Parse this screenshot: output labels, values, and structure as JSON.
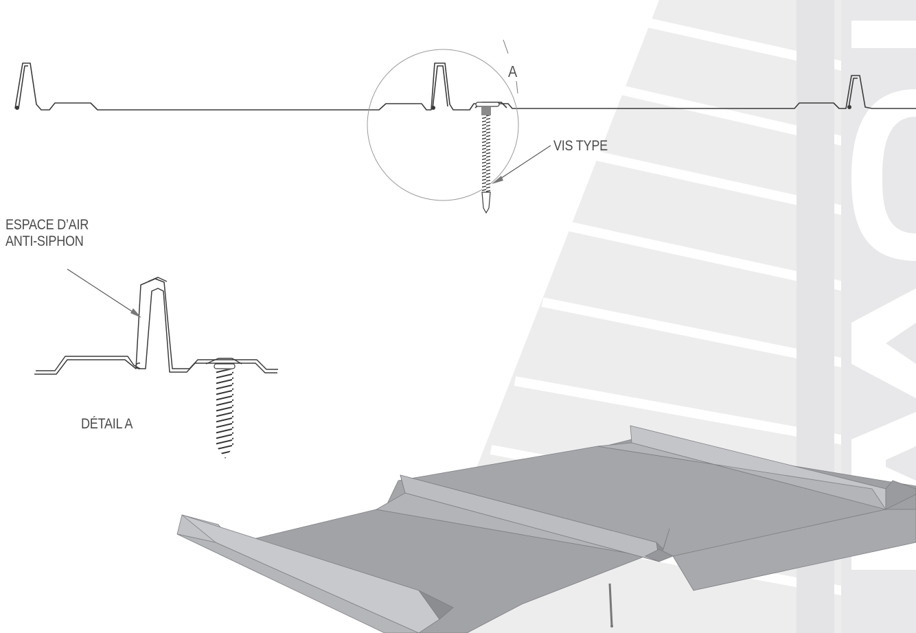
{
  "labels": {
    "callout_a": "A",
    "screw": "VIS TYPE",
    "air_gap_line1": "ESPACE D’AIR",
    "air_gap_line2": "ANTI-SIPHON",
    "detail": "DÉTAIL A"
  },
  "colors": {
    "line": "#3a3a3a",
    "watermark": "#ececec",
    "panel_light": "#b9babd",
    "panel_mid": "#a1a2a6",
    "panel_dark": "#8e8f94"
  }
}
